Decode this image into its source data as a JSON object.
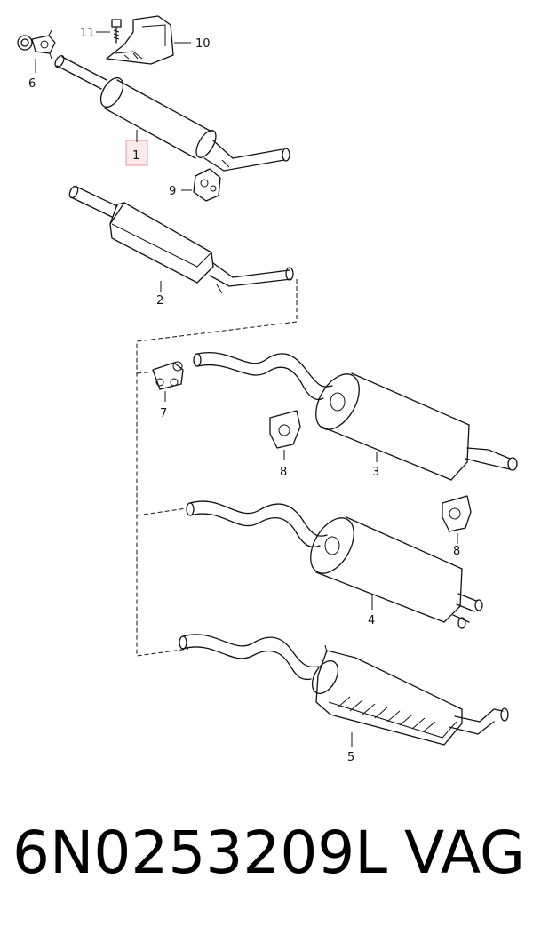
{
  "callouts": {
    "c1": "1",
    "c2": "2",
    "c3": "3",
    "c4": "4",
    "c5": "5",
    "c6": "6",
    "c7": "7",
    "c8a": "8",
    "c8b": "8",
    "c9": "9",
    "c10": "10",
    "c11": "11"
  },
  "highlight_color": "#e8a0a0",
  "footer": {
    "part_number": "6N0253209L",
    "brand": "VAG"
  }
}
